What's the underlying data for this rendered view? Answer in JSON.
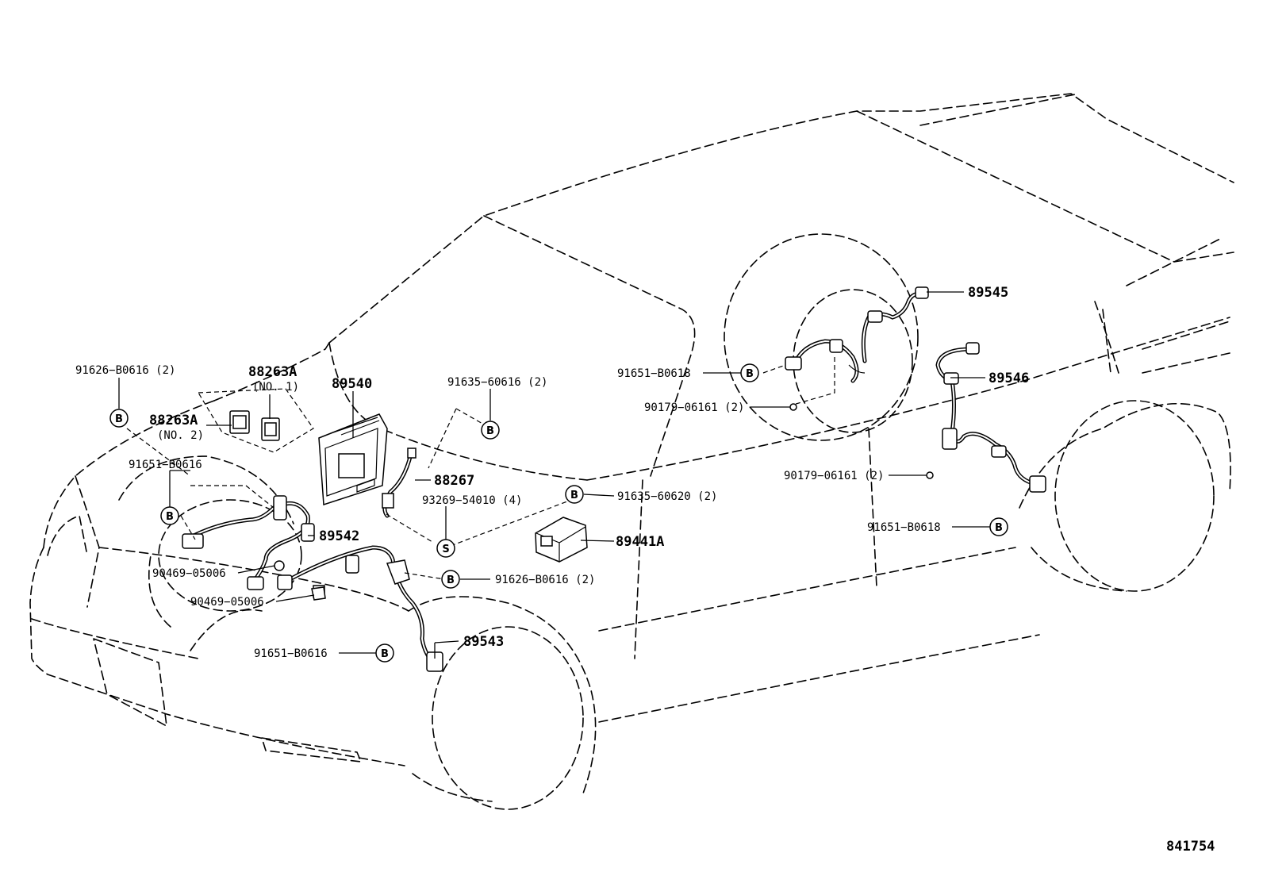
{
  "figure_number": "841754",
  "symbols": {
    "bolt": "B",
    "screw": "S"
  },
  "labels": {
    "p91626_b0616_2_left": "91626−B0616 (2)",
    "p88263a_no1": "88263A",
    "p88263a_no1_sub": "(NO. 1)",
    "p88263a_no2": "88263A",
    "p88263a_no2_sub": "(NO. 2)",
    "p89540": "89540",
    "p91635_60616_2": "91635−60616 (2)",
    "p91651_b0616_top": "91651−B0616",
    "p88267": "88267",
    "p93269_54010_4": "93269−54010 (4)",
    "p89542": "89542",
    "p90469_05006_a": "90469−05006",
    "p90469_05006_b": "90469−05006",
    "p91626_b0616_2_right": "91626−B0616 (2)",
    "p89543": "89543",
    "p91651_b0616_bottom": "91651−B0616",
    "p91635_60620_2": "91635−60620 (2)",
    "p89441a": "89441A",
    "p89545": "89545",
    "p91651_b0618_top": "91651−B0618",
    "p90179_06161_2_top": "90179−06161 (2)",
    "p89546": "89546",
    "p90179_06161_2_right": "90179−06161 (2)",
    "p91651_b0618_right": "91651−B0618"
  }
}
